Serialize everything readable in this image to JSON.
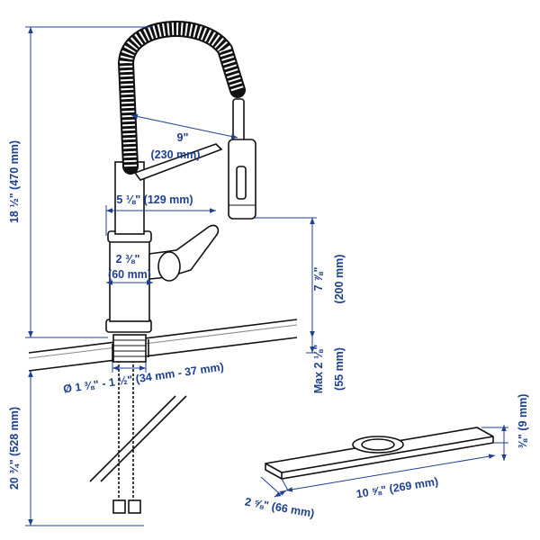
{
  "figure": {
    "colors": {
      "dimension": "#1f3f8f",
      "outline": "#111111",
      "background": "#ffffff"
    },
    "labels": {
      "total_height": "18 ½\" (470 mm)",
      "below_counter": "20 ¾\" (528 mm)",
      "spout_reach": "9\"",
      "spout_reach_mm": "(230 mm)",
      "body_width": "5 ⅛\" (129 mm)",
      "base_diameter": "2 ⅜\"",
      "base_diameter_mm": "(60 mm)",
      "hole_diameter": "Ø 1 ⅜\" - 1 ½\" (34 mm - 37 mm)",
      "spout_height": "7 ⅞\"",
      "spout_height_mm": "(200 mm)",
      "max_deck_thickness": "Max 2 ⅛\"",
      "max_deck_thickness_mm": "(55 mm)",
      "plate_thickness": "⅜\" (9 mm)",
      "plate_depth": "2 ⅝\" (66 mm)",
      "plate_length": "10 ⅝\" (269 mm)"
    }
  }
}
